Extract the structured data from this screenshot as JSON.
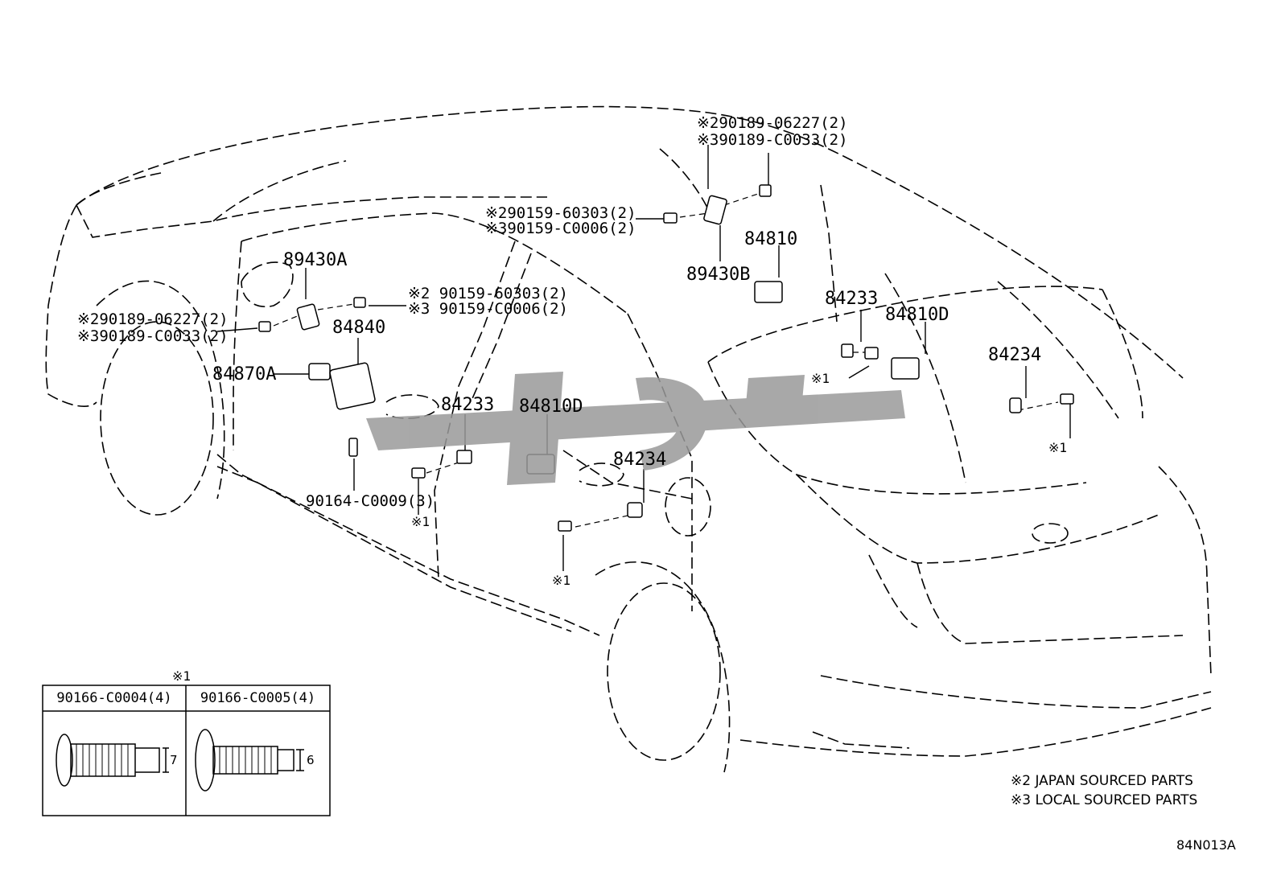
{
  "labels": {
    "ref_89430A": "89430A",
    "ref_89430B": "89430B",
    "ref_84840": "84840",
    "ref_84870A": "84870A",
    "ref_84810": "84810",
    "ref_84810D_rear": "84810D",
    "ref_84810D_mid": "84810D",
    "ref_84233_rear": "84233",
    "ref_84233_mid": "84233",
    "ref_84234_rear": "84234",
    "ref_84234_mid": "84234",
    "bolt_90164": "90164-C0009(3)",
    "top_j_90189": "※290189-06227(2)",
    "top_l_90189": "※390189-C0033(2)",
    "top_j_90159": "※290159-60303(2)",
    "top_l_90159": "※390159-C0006(2)",
    "left_j_90159": "※2 90159-60303(2)",
    "left_l_90159": "※3 90159-C0006(2)",
    "left_j_90189": "※290189-06227(2)",
    "left_l_90189": "※390189-C0033(2)",
    "mark1_a": "※1",
    "mark1_b": "※1",
    "mark1_c": "※1",
    "mark1_d": "※1",
    "mark1_inset": "※1"
  },
  "inset": {
    "col1_part": "90166-C0004(4)",
    "col2_part": "90166-C0005(4)",
    "col1_dim": "7",
    "col2_dim": "6"
  },
  "notes": {
    "japan": "※2 JAPAN SOURCED PARTS",
    "local": "※3 LOCAL SOURCED PARTS"
  },
  "diagram_code": "84N013A",
  "colors": {
    "line": "#000000",
    "watermark": "#9a9a9a"
  }
}
